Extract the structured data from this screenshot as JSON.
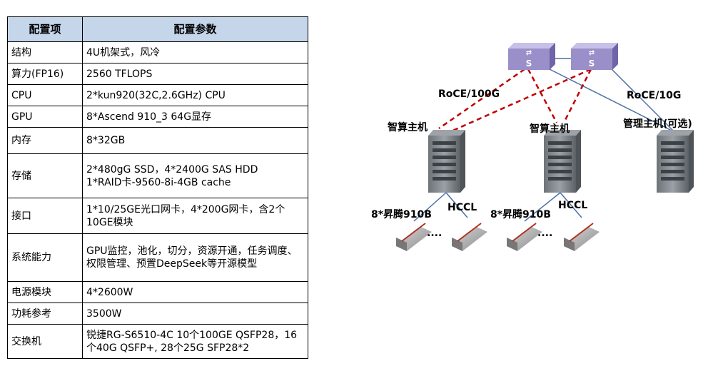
{
  "table": {
    "headers": [
      "配置项",
      "配置参数"
    ],
    "rows": [
      {
        "item": "结构",
        "value": "4U机架式，风冷"
      },
      {
        "item": "算力(FP16)",
        "value": "2560 TFLOPS"
      },
      {
        "item": "CPU",
        "value": "2*kun920(32C,2.6GHz) CPU"
      },
      {
        "item": "GPU",
        "value": "8*Ascend 910_3 64G显存"
      },
      {
        "item": "内存",
        "value": "8*32GB"
      },
      {
        "item": "存储",
        "value": "2*480gG SSD，4*2400G SAS HDD\n1*RAID卡-9560-8i-4GB cache"
      },
      {
        "item": "接口",
        "value": "1*10/25GE光口网卡，4*200G网卡，含2个10GE模块"
      },
      {
        "item": "系统能力",
        "value": "GPU监控，池化，切分，资源开通，任务调度、权限管理、预置DeepSeek等开源模型"
      },
      {
        "item": "电源模块",
        "value": "4*2600W"
      },
      {
        "item": "功耗参考",
        "value": "3500W"
      },
      {
        "item": "交换机",
        "value": "锐捷RG-S6510-4C 10个100GE QSFP28，16个40G QSFP+, 28个25G SFP28*2"
      }
    ]
  },
  "diagram": {
    "switch_label": "S",
    "link_roce100": "RoCE/100G",
    "link_roce10": "RoCE/10G",
    "host1": "智算主机",
    "host2": "智算主机",
    "mgmt_host": "管理主机(可选)",
    "npu1": "8*昇腾910B",
    "npu2": "8*昇腾910B",
    "hccl1": "HCCL",
    "hccl2": "HCCL",
    "dots1": "....",
    "dots2": "....",
    "colors": {
      "switch": "#9a8fc9",
      "roce_link": "#c00000",
      "mgmt_link": "#4a6fa5",
      "table_header": "#c5d5ea"
    }
  }
}
